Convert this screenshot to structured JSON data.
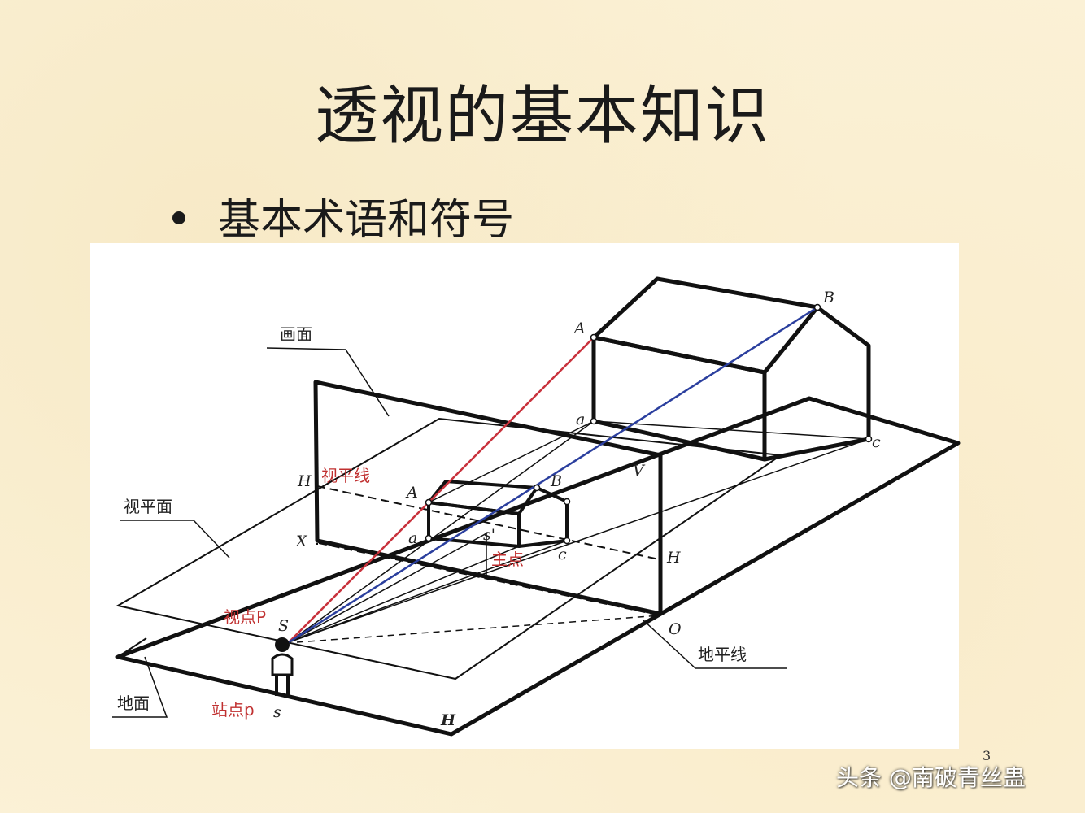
{
  "slide": {
    "title": "透视的基本知识",
    "bullet": "基本术语和符号",
    "page_number": "3",
    "watermark": "头条 @南破青丝蛊"
  },
  "diagram": {
    "labels": {
      "picture_plane": "画面",
      "horizon_plane": "视平面",
      "ground": "地面",
      "horizon_line": "视平线",
      "ground_line": "地平线",
      "viewpoint": "视点P",
      "station_point": "站点p",
      "principal_point": "主点"
    },
    "letters": {
      "A": "A",
      "B": "B",
      "a": "a",
      "c": "c",
      "A0": "A",
      "B0": "B",
      "a0": "a",
      "c0": "c",
      "H_left": "H",
      "H_right": "H",
      "X": "X",
      "V": "V",
      "O": "O",
      "S": "S",
      "s_small": "s",
      "s_prime": "s'",
      "H_ground": "H"
    },
    "colors": {
      "red_ray": "#c8323c",
      "blue_ray": "#2b3f9e",
      "line": "#111111"
    }
  }
}
